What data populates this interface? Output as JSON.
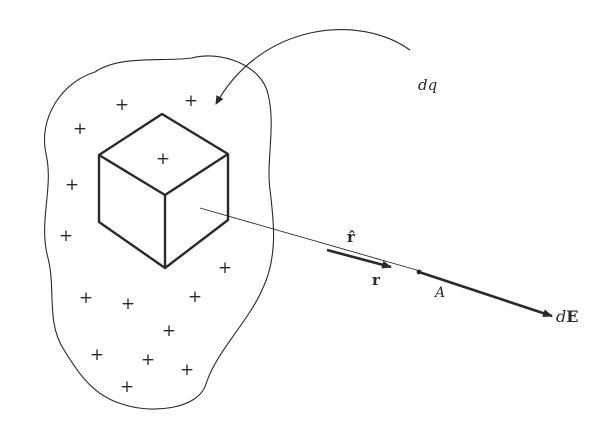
{
  "figure": {
    "labels": {
      "charge_element": "dq",
      "unit_vector": "r̂",
      "distance": "r",
      "point": "A",
      "field_prefix": "d",
      "field_symbol": "E"
    },
    "charge_sign": "+",
    "colors": {
      "ink": "#2a2a2a",
      "background": "#ffffff"
    }
  }
}
